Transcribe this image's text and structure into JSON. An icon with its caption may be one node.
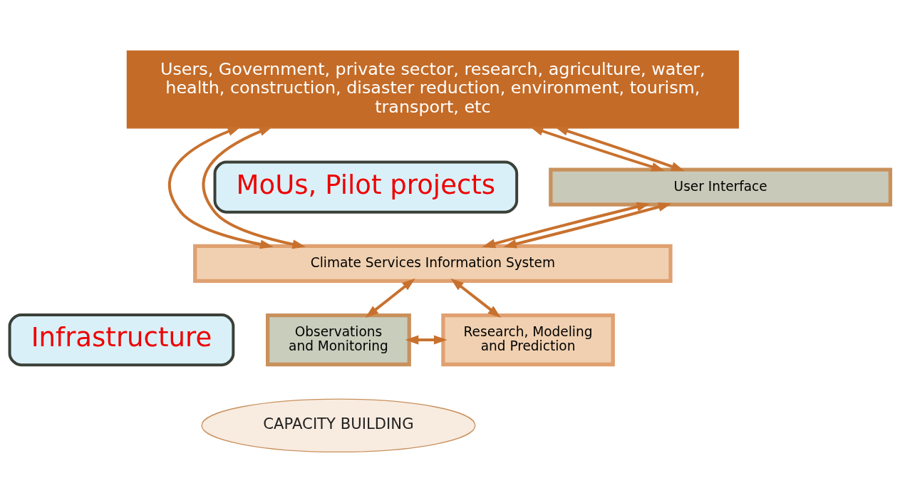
{
  "diagram": {
    "nodes": [
      {
        "text": [
          "Users, Government, private sector, research, agriculture, water, health, construction, disaster reduction, environment, tourism, transport, etc"
        ]
      },
      {
        "text": [
          "CAPACITY BUILDING"
        ]
      },
      {
        "text": [
          "MoUs, Pilot projects"
        ]
      },
      {
        "text": [
          "User Interface"
        ]
      },
      {
        "text": [
          "Climate Services Information System"
        ]
      },
      {
        "text": [
          "Infrastructure"
        ]
      },
      {
        "text": [
          "Observations and Monitoring"
        ]
      },
      {
        "text": [
          "Research, Modeling and Prediction"
        ]
      }
    ],
    "edges": [
      {
        "from": 0,
        "to": 4,
        "arrow": "both"
      },
      {
        "from": 0,
        "to": 3,
        "arrow": "both"
      },
      {
        "from": 0,
        "to": 3,
        "arrow": "both"
      },
      {
        "from": 0,
        "to": 4,
        "arrow": "both"
      },
      {
        "from": 3,
        "to": 4,
        "arrow": "both"
      },
      {
        "from": 3,
        "to": 4,
        "arrow": "both"
      },
      {
        "from": 4,
        "to": 6,
        "arrow": "both"
      },
      {
        "from": 4,
        "to": 7,
        "arrow": "both"
      },
      {
        "from": 6,
        "to": 7,
        "arrow": "both"
      }
    ]
  }
}
